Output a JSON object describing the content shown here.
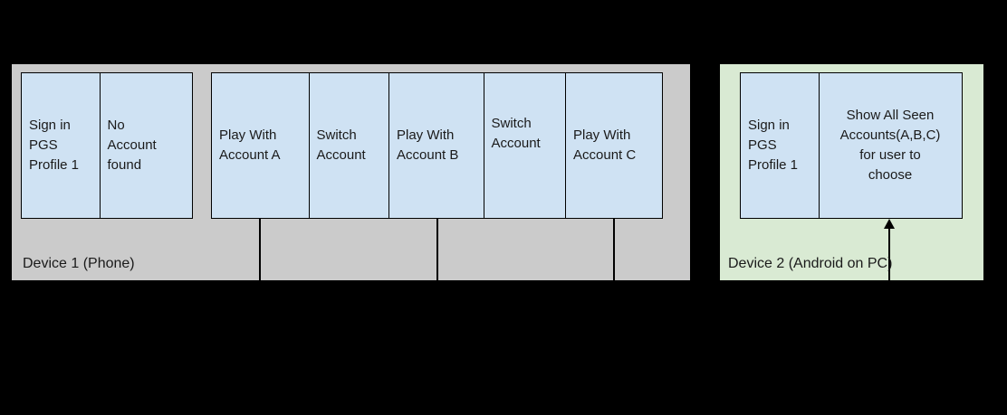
{
  "colors": {
    "canvas_background": "#000000",
    "device1_background": "#cbcbcb",
    "device2_background": "#d9ead3",
    "flow_box_fill": "#cfe2f3",
    "flow_box_border": "#000000",
    "text": "#1a1a1a"
  },
  "device1": {
    "label": "Device 1 (Phone)",
    "signin_flow": {
      "boxes": [
        {
          "label": "Sign in\nPGS\nProfile 1"
        },
        {
          "label": "No\nAccount\nfound"
        }
      ]
    },
    "play_flow": {
      "boxes": [
        {
          "label": "Play With\nAccount A"
        },
        {
          "label": "Switch\nAccount"
        },
        {
          "label": "Play With\nAccount B"
        },
        {
          "label": "Switch\nAccount"
        },
        {
          "label": "Play With\nAccount C"
        }
      ]
    }
  },
  "device2": {
    "label": "Device 2 (Android on PC)",
    "boxes": [
      {
        "label": "Sign in\nPGS\nProfile 1"
      },
      {
        "label": "Show All Seen\nAccounts(A,B,C)\nfor user to\nchoose"
      }
    ]
  }
}
